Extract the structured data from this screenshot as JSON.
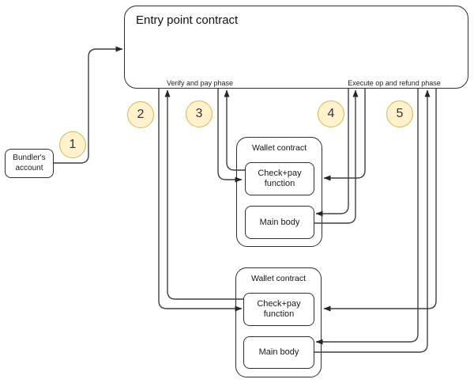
{
  "diagram": {
    "entry_point": {
      "title": "Entry point contract",
      "verify_phase_label": "Verify and pay phase",
      "execute_phase_label": "Execute op and refund phase"
    },
    "bundler": {
      "label": "Bundler's\naccount"
    },
    "steps": [
      "1",
      "2",
      "3",
      "4",
      "5"
    ],
    "wallets": [
      {
        "title": "Wallet contract",
        "check_pay_label": "Check+pay\nfunction",
        "main_body_label": "Main body"
      },
      {
        "title": "Wallet contract",
        "check_pay_label": "Check+pay\nfunction",
        "main_body_label": "Main body"
      }
    ],
    "colors": {
      "step_fill": "#fff2cc",
      "step_border": "#d6b656",
      "connector": "#3f3f3f",
      "box_border": "#2e2e2e",
      "background": "#ffffff"
    }
  }
}
